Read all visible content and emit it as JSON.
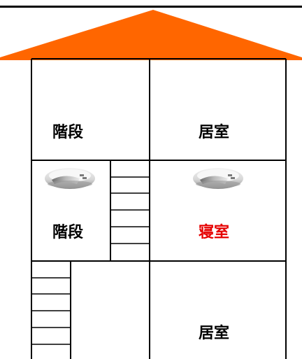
{
  "rooms": {
    "upper_left": {
      "label": "階段",
      "color": "#000000"
    },
    "upper_right": {
      "label": "居室",
      "color": "#000000"
    },
    "middle_left": {
      "label": "階段",
      "color": "#000000"
    },
    "middle_right": {
      "label": "寝室",
      "color": "#e60000"
    },
    "lower_right": {
      "label": "居室",
      "color": "#000000"
    }
  },
  "colors": {
    "roof": "#ff6600",
    "wall": "#000000",
    "background": "#ffffff"
  },
  "icons": {
    "detector": "smoke-detector-icon"
  }
}
